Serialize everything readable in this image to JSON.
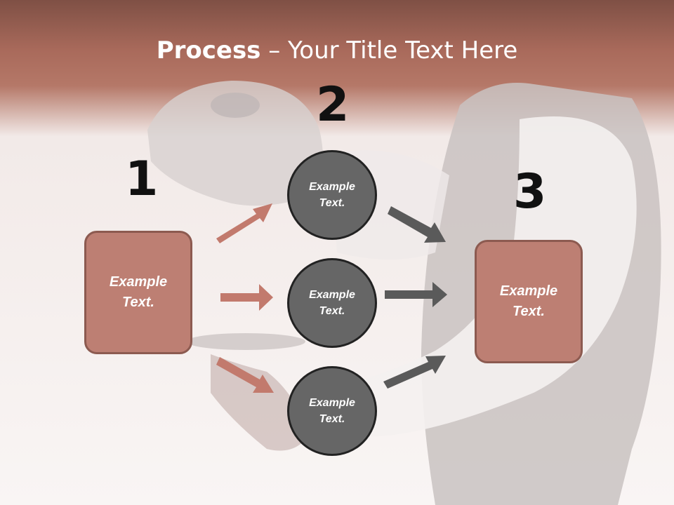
{
  "title": {
    "bold": "Process",
    "rest": " – Your Title Text Here"
  },
  "steps": [
    {
      "number": "1",
      "text": "Example\nText."
    },
    {
      "number": "2",
      "text": "Example\nText."
    },
    {
      "number": "3",
      "text": "Example\nText."
    }
  ],
  "circles": [
    {
      "text": "Example\nText."
    },
    {
      "text": "Example\nText."
    },
    {
      "text": "Example\nText."
    }
  ],
  "colors": {
    "box_fill": "#bd7f73",
    "box_border": "#8c5a50",
    "circle_fill": "#666666",
    "circle_border": "#222222",
    "arrow_in": "#c27a6d",
    "arrow_out": "#5a5a5a",
    "header": "#a96a5b"
  }
}
